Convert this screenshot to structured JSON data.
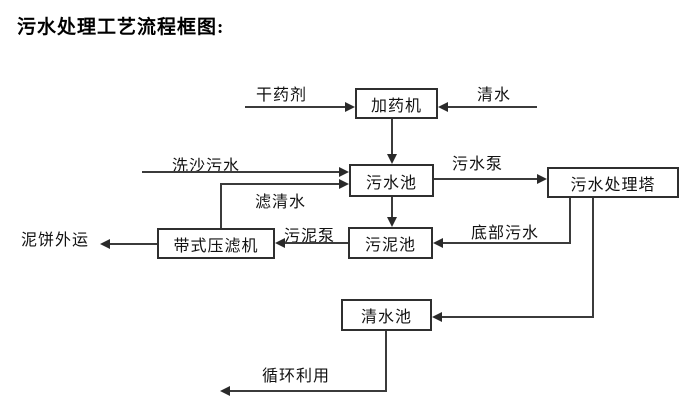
{
  "title": "污水处理工艺流程框图:",
  "nodes": {
    "dosing_machine": "加药机",
    "sewage_pool": "污水池",
    "treatment_tower": "污水处理塔",
    "sludge_pool": "污泥池",
    "belt_filter_press": "带式压滤机",
    "clean_water_pool": "清水池"
  },
  "edge_labels": {
    "dry_agent": "干药剂",
    "clean_water": "清水",
    "sand_washing_sewage": "洗沙污水",
    "filtered_water": "滤清水",
    "sewage_pump": "污水泵",
    "sludge_pump": "污泥泵",
    "bottom_sewage": "底部污水",
    "mud_cake_out": "泥饼外运",
    "recycle_use": "循环利用"
  },
  "edges": [
    {
      "from": "dry_agent_source",
      "to": "dosing_machine",
      "label": "干药剂"
    },
    {
      "from": "clean_water_source",
      "to": "dosing_machine",
      "label": "清水"
    },
    {
      "from": "dosing_machine",
      "to": "sewage_pool",
      "label": ""
    },
    {
      "from": "sand_washing_source",
      "to": "sewage_pool",
      "label": "洗沙污水"
    },
    {
      "from": "belt_filter_press",
      "to": "sewage_pool",
      "label": "滤清水"
    },
    {
      "from": "sewage_pool",
      "to": "treatment_tower",
      "label": "污水泵"
    },
    {
      "from": "sewage_pool",
      "to": "sludge_pool",
      "label": ""
    },
    {
      "from": "treatment_tower",
      "to": "sludge_pool",
      "label": "底部污水"
    },
    {
      "from": "sludge_pool",
      "to": "belt_filter_press",
      "label": "污泥泵"
    },
    {
      "from": "belt_filter_press",
      "to": "mud_cake_out_sink",
      "label": "泥饼外运"
    },
    {
      "from": "treatment_tower",
      "to": "clean_water_pool",
      "label": ""
    },
    {
      "from": "clean_water_pool",
      "to": "recycle_use_sink",
      "label": "循环利用"
    }
  ],
  "colors": {
    "background": "#ffffff",
    "line": "#3b3b3b",
    "text": "#111111"
  }
}
